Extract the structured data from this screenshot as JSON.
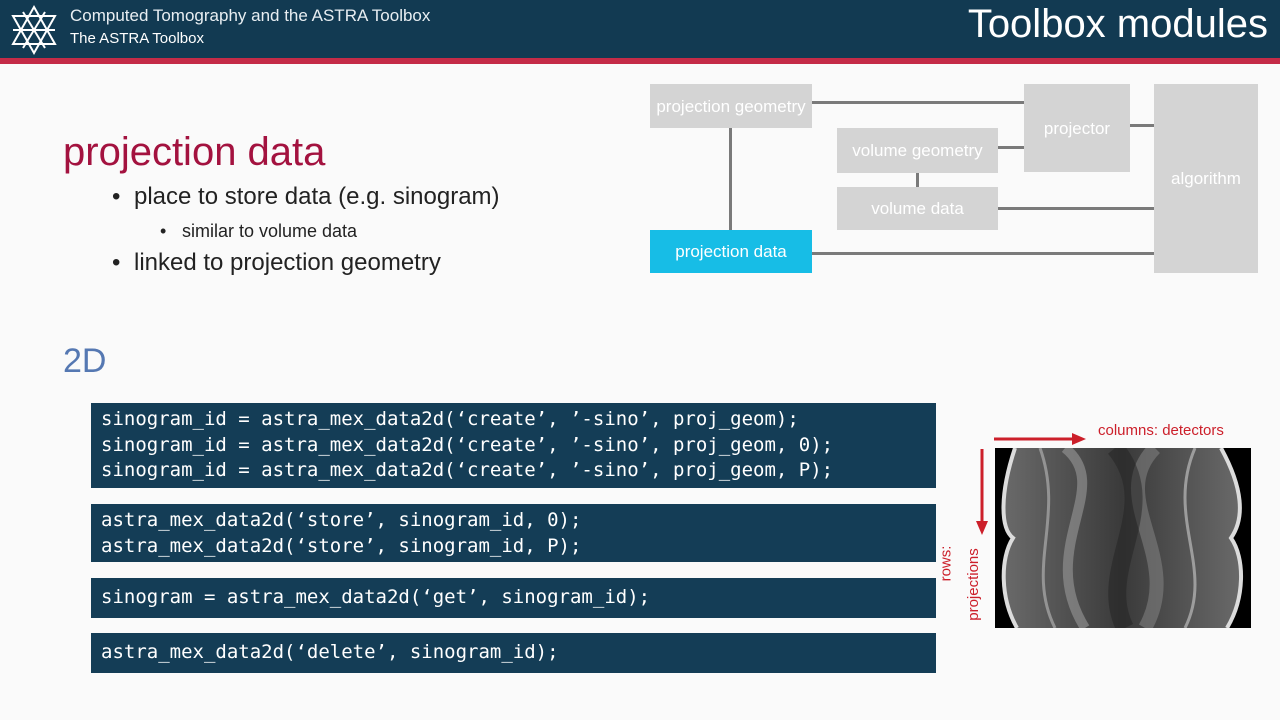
{
  "header": {
    "course_title": "Computed Tomography and the ASTRA Toolbox",
    "course_subtitle": "The ASTRA Toolbox",
    "slide_title": "Toolbox modules",
    "logo_icon": "astra-star-logo-icon"
  },
  "colors": {
    "header_bg": "#123a52",
    "accent_stripe": "#c42b47",
    "section_title": "#a3123f",
    "dim_label": "#5578b2",
    "diagram_box": "#d4d4d4",
    "diagram_active": "#17bde6",
    "code_bg": "#143d56",
    "annotation_red": "#cc1f2a"
  },
  "content": {
    "section_title": "projection data",
    "bullets": [
      "place to store data (e.g. sinogram)",
      "similar to volume data",
      "linked to projection geometry"
    ],
    "bullet_char": "•",
    "dimension": "2D"
  },
  "diagram": {
    "projection_geometry": "projection geometry",
    "volume_geometry": "volume geometry",
    "projector": "projector",
    "algorithm": "algorithm",
    "volume_data": "volume data",
    "projection_data": "projection data"
  },
  "code_blocks": [
    {
      "lines": [
        "sinogram_id = astra_mex_data2d(‘create’, ’-sino’, proj_geom);",
        "sinogram_id = astra_mex_data2d(‘create’, ’-sino’, proj_geom, 0);",
        "sinogram_id = astra_mex_data2d(‘create’, ’-sino’, proj_geom, P);"
      ]
    },
    {
      "lines": [
        "astra_mex_data2d(‘store’, sinogram_id, 0);",
        "astra_mex_data2d(‘store’, sinogram_id, P);"
      ]
    },
    {
      "lines": [
        "sinogram = astra_mex_data2d(‘get’, sinogram_id);"
      ]
    },
    {
      "lines": [
        "astra_mex_data2d(‘delete’, sinogram_id);"
      ]
    }
  ],
  "sinogram_figure": {
    "columns_label": "columns: detectors",
    "rows_label_1": "rows:",
    "rows_label_2": "projections"
  }
}
